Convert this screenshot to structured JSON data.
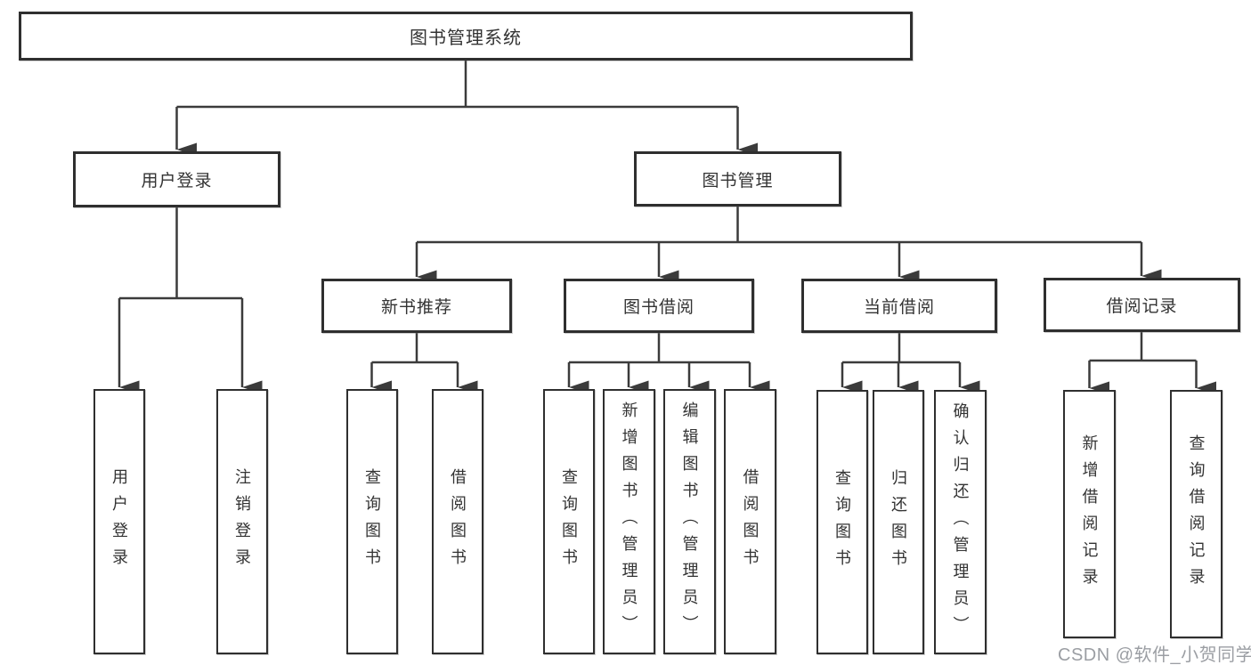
{
  "tree": {
    "root": {
      "label": "图书管理系统"
    },
    "branches": [
      {
        "label": "用户登录",
        "children": [
          "用户登录",
          "注销登录"
        ]
      },
      {
        "label": "图书管理",
        "modules": [
          {
            "label": "新书推荐",
            "children": [
              "查询图书",
              "借阅图书"
            ]
          },
          {
            "label": "图书借阅",
            "children": [
              "查询图书",
              "新增图书（管理员）",
              "编辑图书（管理员）",
              "借阅图书"
            ]
          },
          {
            "label": "当前借阅",
            "children": [
              "查询图书",
              "归还图书",
              "确认归还（管理员）"
            ]
          },
          {
            "label": "借阅记录",
            "children": [
              "新增借阅记录",
              "查询借阅记录"
            ]
          }
        ]
      }
    ]
  },
  "watermark": "CSDN @软件_小贺同学",
  "colors": {
    "line": "#3b3b3b",
    "node_border": "#2f2f2f",
    "text": "#333333",
    "watermark": "#9b9ea3",
    "background": "#ffffff"
  }
}
